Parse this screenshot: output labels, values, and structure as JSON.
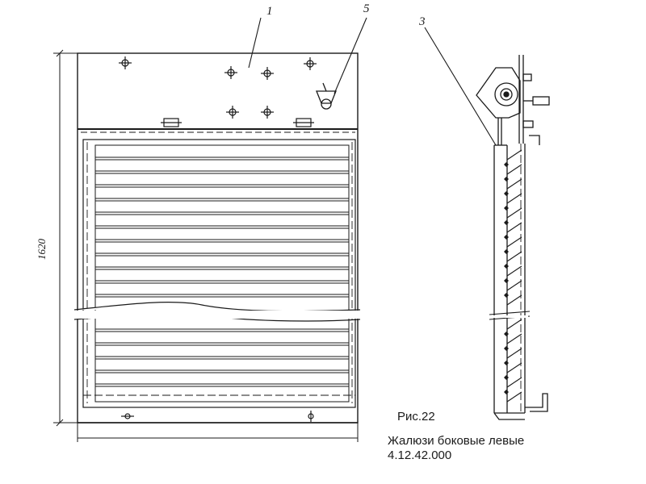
{
  "figure": {
    "number_label": "Рис.22",
    "title": "Жалюзи боковые левые",
    "code": "4.12.42.000"
  },
  "callouts": [
    "1",
    "5",
    "3"
  ],
  "dimensions": {
    "height_label": "1620"
  },
  "colors": {
    "ink": "#1a1a1a",
    "paper": "#ffffff"
  }
}
